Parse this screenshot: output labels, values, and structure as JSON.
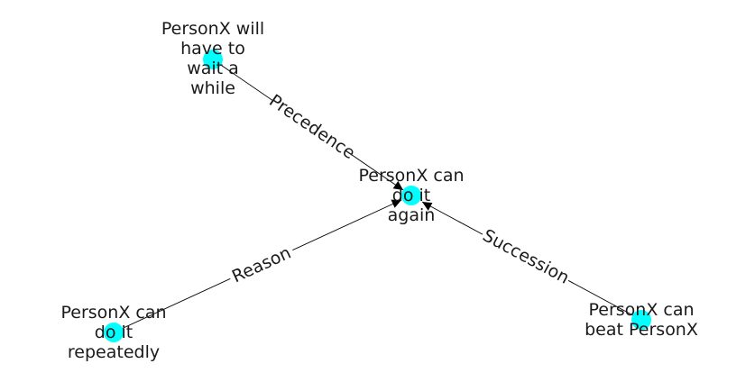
{
  "graph": {
    "node_color": "#00ffff",
    "edge_color": "#000000",
    "nodes": {
      "center": {
        "lines": [
          "PersonX can",
          "do it",
          "again"
        ]
      },
      "wait": {
        "lines": [
          "PersonX will",
          "have to",
          "wait a",
          "while"
        ]
      },
      "repeat": {
        "lines": [
          "PersonX can",
          "do it",
          "repeatedly"
        ]
      },
      "beat": {
        "lines": [
          "PersonX can",
          "beat PersonX"
        ]
      }
    },
    "edges": {
      "precedence": {
        "label": "Precedence",
        "from": "PersonX will have to wait a while",
        "to": "PersonX can do it again"
      },
      "reason": {
        "label": "Reason",
        "from": "PersonX can do it repeatedly",
        "to": "PersonX can do it again"
      },
      "succession": {
        "label": "Succession",
        "from": "PersonX can beat PersonX",
        "to": "PersonX can do it again"
      }
    }
  }
}
